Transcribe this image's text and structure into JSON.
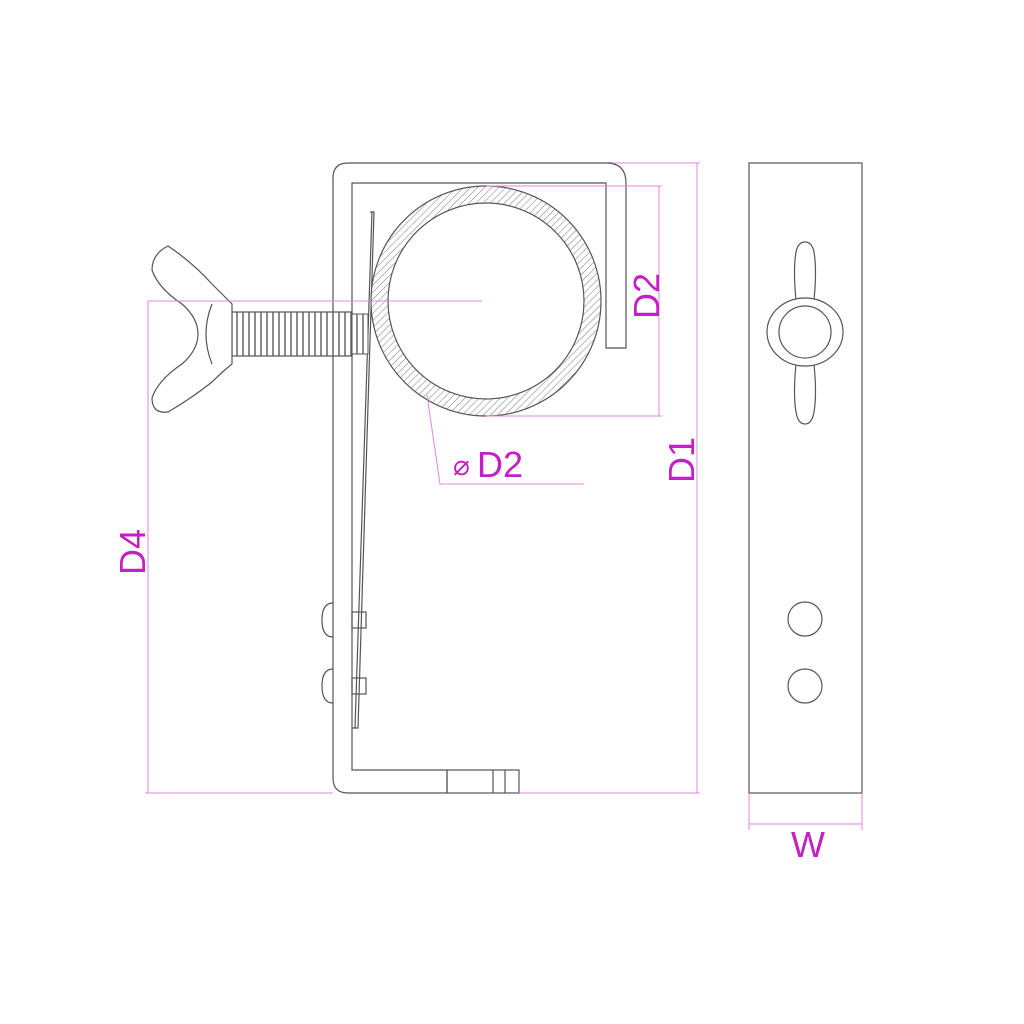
{
  "labels": {
    "d1": "D1",
    "d2_height": "D2",
    "d2_diameter": "D2",
    "diameter_symbol": "⌀",
    "d4": "D4",
    "w": "W"
  },
  "colors": {
    "line": "#555555",
    "dimension_line": "#e085e0",
    "label": "#c41ec4",
    "background": "#ffffff"
  }
}
